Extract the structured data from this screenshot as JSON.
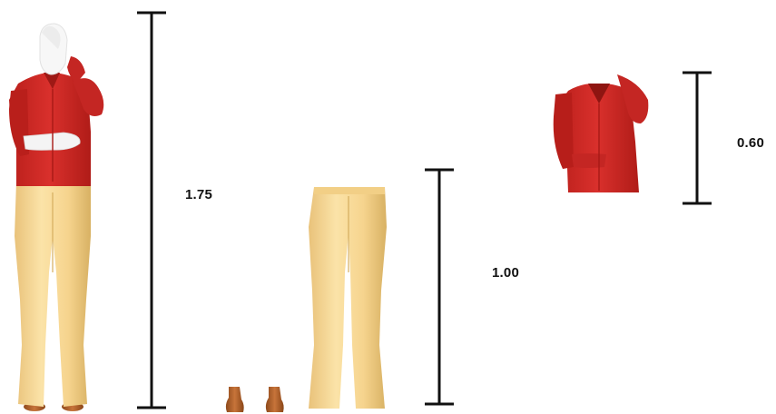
{
  "measurements": {
    "full_figure": "1.75",
    "pants": "1.00",
    "top": "0.60"
  },
  "colors": {
    "shirt": "#cf2a27",
    "shirt_shadow": "#9e1915",
    "pants": "#f6d895",
    "pants_shadow": "#d9b568",
    "skin": "#f4f4f4",
    "shoes": "#b8642a",
    "bar": "#111111"
  },
  "items": [
    {
      "name": "full-figure",
      "icon": "mannequin-icon"
    },
    {
      "name": "shoes",
      "icon": "boots-icon"
    },
    {
      "name": "pants",
      "icon": "trousers-icon"
    },
    {
      "name": "top",
      "icon": "shirt-icon"
    }
  ]
}
